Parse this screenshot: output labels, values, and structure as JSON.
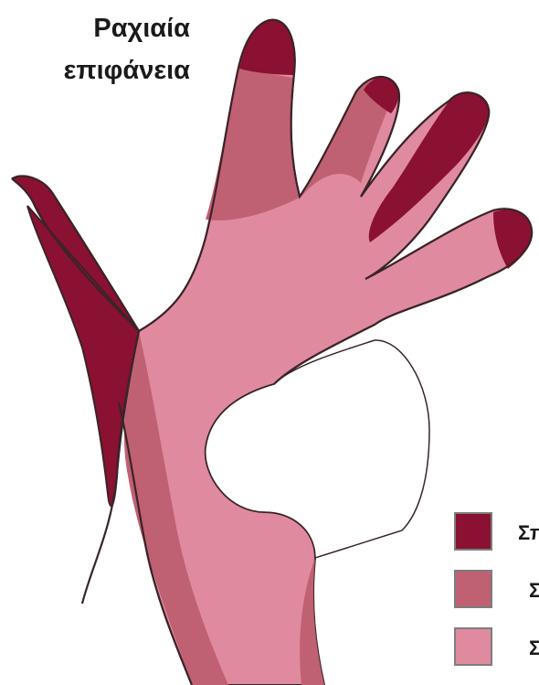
{
  "title": {
    "line1": "Ραχιαία",
    "line2": "επιφάνεια"
  },
  "colors": {
    "dark": "#8a1131",
    "medium": "#c06073",
    "light": "#e08aa0",
    "outline": "#3a2428"
  },
  "legend": [
    {
      "label": "Σπ",
      "color": "#8a1131"
    },
    {
      "label": "Σ",
      "color": "#c06073"
    },
    {
      "label": "Σ",
      "color": "#e08aa0"
    }
  ]
}
